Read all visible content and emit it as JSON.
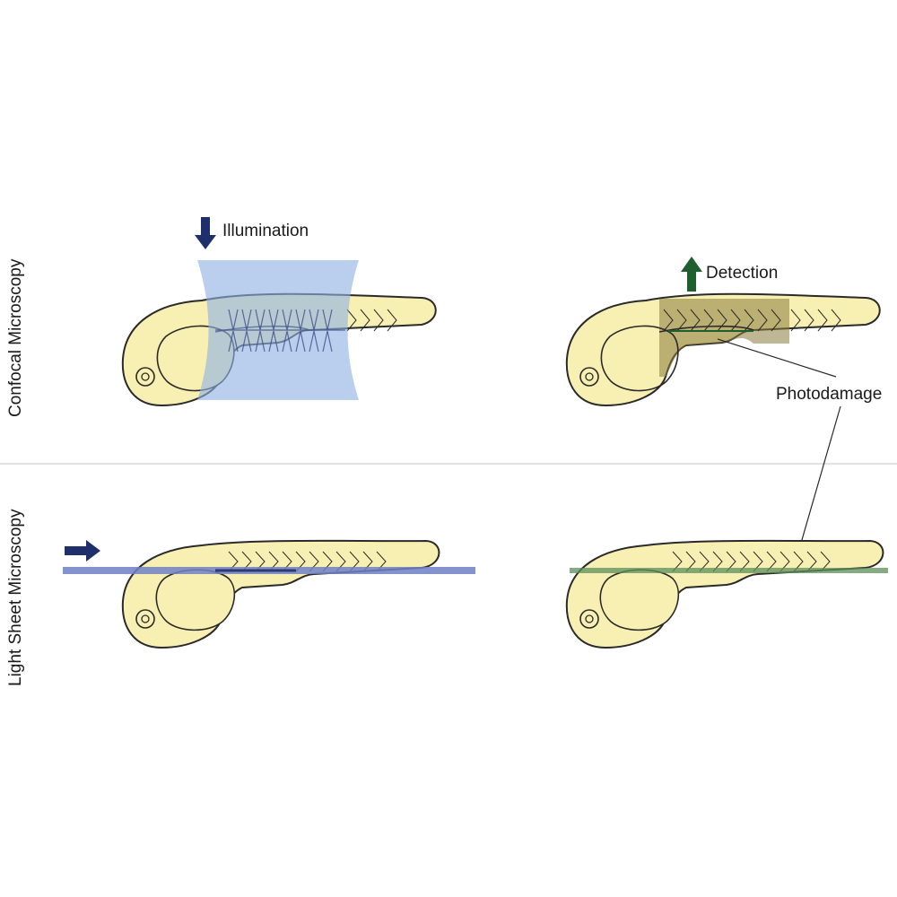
{
  "rows": {
    "confocal": "Confocal Microscopy",
    "light_sheet": "Light Sheet Microscopy"
  },
  "labels": {
    "illumination": "Illumination",
    "detection": "Detection",
    "photodamage": "Photodamage"
  },
  "colors": {
    "embryo_fill": "#f7f0b2",
    "outline": "#2a2a2a",
    "illumination_blue": "#8fb1e3",
    "arrow_navy": "#1e2f6b",
    "arrow_green": "#1e5e2f",
    "photodamage_fill": "#8a7a3c",
    "sheet_blue": "#6f80c6",
    "sheet_green": "#5c8f5a"
  }
}
